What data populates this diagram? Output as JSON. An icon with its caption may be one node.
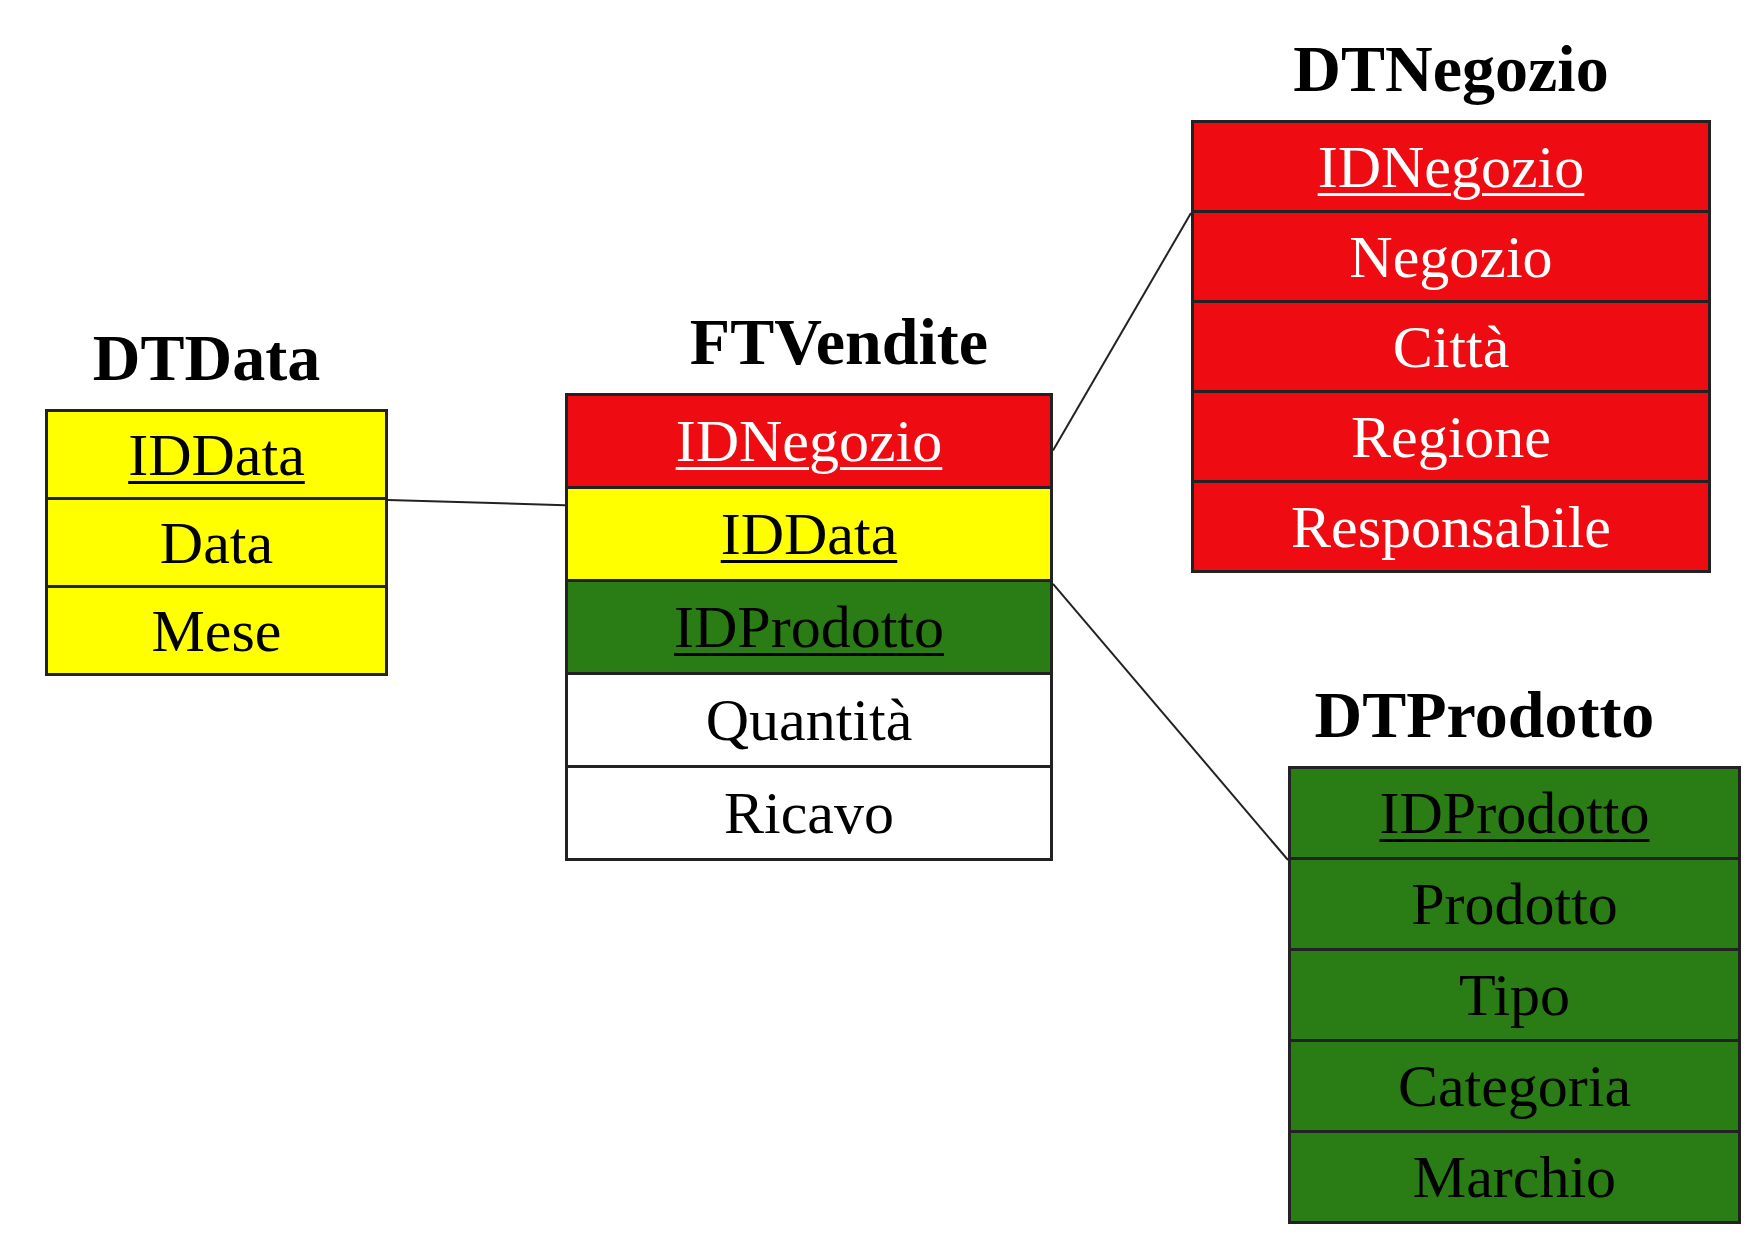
{
  "diagram": {
    "nodes": [
      {
        "text": [
          "DTData"
        ]
      },
      {
        "text": [
          "IDData"
        ],
        "in": 0
      },
      {
        "text": [
          "Data"
        ],
        "in": 0
      },
      {
        "text": [
          "Mese"
        ],
        "in": 0
      },
      {
        "text": [
          "FTVendite"
        ]
      },
      {
        "text": [
          "IDNegozio"
        ],
        "in": 4
      },
      {
        "text": [
          "IDData"
        ],
        "in": 4
      },
      {
        "text": [
          "IDProdotto"
        ],
        "in": 4
      },
      {
        "text": [
          "Quantità"
        ],
        "in": 4
      },
      {
        "text": [
          "Ricavo"
        ],
        "in": 4
      },
      {
        "text": [
          "DTNegozio"
        ]
      },
      {
        "text": [
          "IDNegozio"
        ],
        "in": 10
      },
      {
        "text": [
          "Negozio"
        ],
        "in": 10
      },
      {
        "text": [
          "Città"
        ],
        "in": 10
      },
      {
        "text": [
          "Regione"
        ],
        "in": 10
      },
      {
        "text": [
          "Responsabile"
        ],
        "in": 10
      },
      {
        "text": [
          "DTProdotto"
        ]
      },
      {
        "text": [
          "IDProdotto"
        ],
        "in": 16
      },
      {
        "text": [
          "Prodotto"
        ],
        "in": 16
      },
      {
        "text": [
          "Tipo"
        ],
        "in": 16
      },
      {
        "text": [
          "Categoria"
        ],
        "in": 16
      },
      {
        "text": [
          "Marchio"
        ],
        "in": 16
      }
    ],
    "edges": [
      {
        "from": 1,
        "to": 6,
        "arrow": "none"
      },
      {
        "from": 5,
        "to": 11,
        "arrow": "none"
      },
      {
        "from": 7,
        "to": 17,
        "arrow": "none"
      }
    ]
  }
}
